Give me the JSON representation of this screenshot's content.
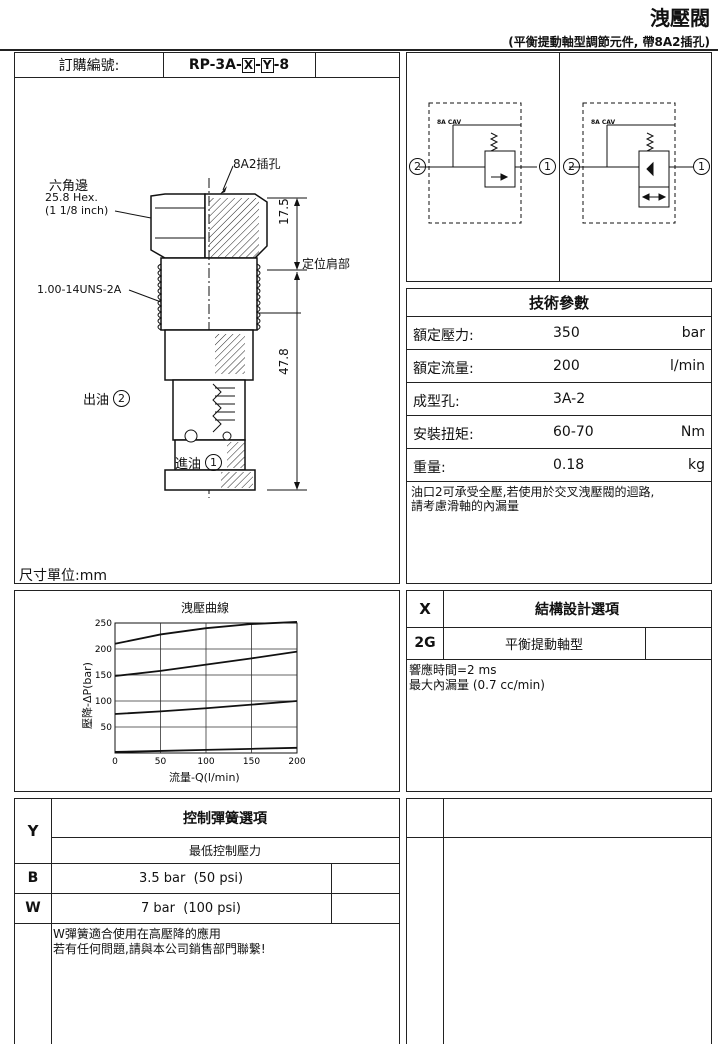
{
  "header": {
    "title": "洩壓閥",
    "subtitle": "(平衡提動軸型調節元件, 帶8A2插孔)"
  },
  "order": {
    "label": "訂購編號:",
    "code_prefix": "RP-3A-",
    "code_x": "X",
    "code_dash": "-",
    "code_y": "Y",
    "code_suffix": "-8"
  },
  "drawing": {
    "hex_label": "六角邊",
    "hex_size": "25.8 Hex.",
    "hex_inch": "(1 1/8 inch)",
    "cavity_label": "8A2插孔",
    "thread_label": "1.00-14UNS-2A",
    "locating_shoulder": "定位肩部",
    "dim_upper": "17.5",
    "dim_lower": "47.8",
    "outlet_label": "出油",
    "outlet_port": "2",
    "inlet_label": "進油",
    "inlet_port": "1",
    "units": "尺寸單位:mm"
  },
  "symbols": {
    "left_port": "2",
    "right_port": "1",
    "cavity_tag": "8A CAV"
  },
  "specs": {
    "title": "技術參數",
    "rows": [
      {
        "label": "額定壓力:",
        "value": "350",
        "unit": "bar"
      },
      {
        "label": "額定流量:",
        "value": "200",
        "unit": "l/min"
      },
      {
        "label": "成型孔:",
        "value": "3A-2",
        "unit": ""
      },
      {
        "label": "安裝扭矩:",
        "value": "60-70",
        "unit": "Nm"
      },
      {
        "label": "重量:",
        "value": "0.18",
        "unit": "kg"
      }
    ],
    "note1": "油口2可承受全壓,若使用於交叉洩壓閥的迴路,",
    "note2": "請考慮滑軸的內漏量"
  },
  "chart_data": {
    "type": "line",
    "title": "洩壓曲線",
    "xlabel": "流量-Q(l/min)",
    "ylabel": "壓降-ΔP(bar)",
    "xlim": [
      0,
      200
    ],
    "ylim": [
      0,
      250
    ],
    "x_ticks": [
      0,
      50,
      100,
      150,
      200
    ],
    "y_ticks": [
      50,
      100,
      150,
      200,
      250
    ],
    "grid": true,
    "x": [
      0,
      50,
      100,
      150,
      200
    ],
    "series": [
      {
        "values": [
          210,
          228,
          240,
          248,
          252
        ]
      },
      {
        "values": [
          148,
          158,
          170,
          182,
          195
        ]
      },
      {
        "values": [
          75,
          80,
          86,
          93,
          100
        ]
      },
      {
        "values": [
          2,
          4,
          6,
          8,
          10
        ]
      }
    ]
  },
  "structure": {
    "code": "X",
    "title": "結構設計選項",
    "option_code": "2G",
    "option_desc": "平衡提動軸型",
    "note1": "響應時間=2 ms",
    "note2": "最大內漏量 (0.7 cc/min)"
  },
  "spring": {
    "code": "Y",
    "title": "控制彈簧選項",
    "subtitle": "最低控制壓力",
    "options": [
      {
        "code": "B",
        "desc": "3.5 bar  (50 psi)"
      },
      {
        "code": "W",
        "desc": "7 bar  (100 psi)"
      }
    ],
    "note1": "W彈簧適合使用在高壓降的應用",
    "note2": "若有任何問題,請與本公司銷售部門聯繫!"
  }
}
